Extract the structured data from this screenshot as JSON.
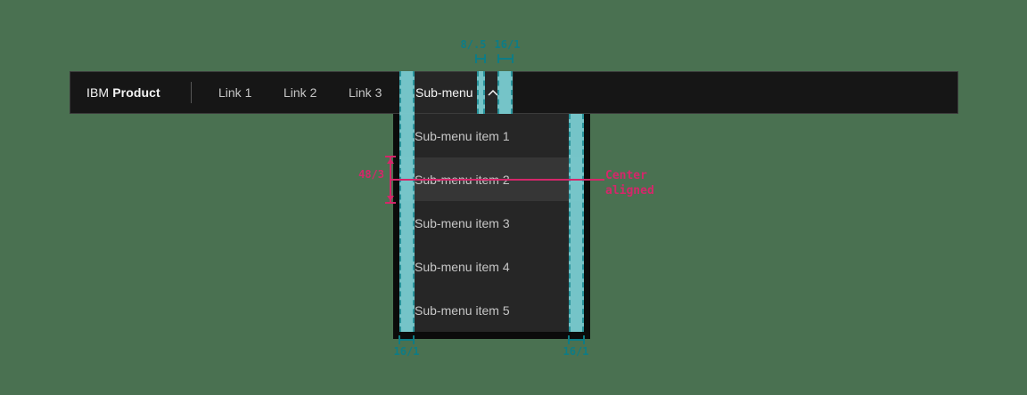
{
  "colors": {
    "green_bg": "#4a7151",
    "header_bg": "#161616",
    "header_text": "#f4f4f4",
    "link_text": "#c6c6c6",
    "divider": "#565656",
    "trigger_bg": "#262626",
    "dropdown_bg": "#262626",
    "dropdown_shadow": "#0b0b0b",
    "row_highlight": "#363636",
    "item_text": "#c6c6c6",
    "teal_fill": "#7acdd1",
    "teal_edge": "#2a99a2",
    "teal_line": "#0e7c85",
    "pink": "#d4276a"
  },
  "header": {
    "brand_prefix": "IBM",
    "brand_name": "Product",
    "links": [
      {
        "label": "Link 1"
      },
      {
        "label": "Link 2"
      },
      {
        "label": "Link 3"
      }
    ],
    "submenu": {
      "label": "Sub-menu",
      "state": "expanded",
      "chevron": "chevron-up-icon"
    }
  },
  "dropdown": {
    "items": [
      {
        "label": "Sub-menu item 1",
        "highlighted": false
      },
      {
        "label": "Sub-menu item 2",
        "highlighted": true
      },
      {
        "label": "Sub-menu item 3",
        "highlighted": false
      },
      {
        "label": "Sub-menu item 4",
        "highlighted": false
      },
      {
        "label": "Sub-menu item 5",
        "highlighted": false
      }
    ]
  },
  "annotations": {
    "top_measurements": [
      {
        "label": "8/.5"
      },
      {
        "label": "16/1"
      }
    ],
    "bottom_measurements": [
      {
        "label": "16/1"
      },
      {
        "label": "16/1"
      }
    ],
    "height_measurement": {
      "label": "48/3"
    },
    "caption": {
      "line1": "Center",
      "line2": "aligned"
    }
  }
}
